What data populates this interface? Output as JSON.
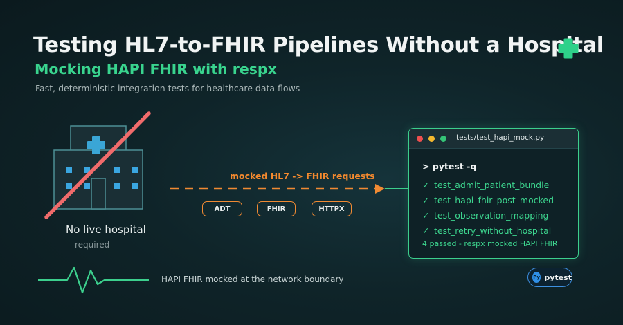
{
  "title": "Testing HL7-to-FHIR Pipelines Without a Hospital",
  "subtitle": "Mocking HAPI FHIR with respx",
  "tagline": "Fast, deterministic integration tests for healthcare data flows",
  "hospital": {
    "label": "No live hospital",
    "sublabel": "required"
  },
  "flow": {
    "label": "mocked HL7 -> FHIR requests",
    "pills": [
      "ADT",
      "FHIR",
      "HTTPX"
    ]
  },
  "terminal": {
    "filename": "tests/test_hapi_mock.py",
    "command": "> pytest -q",
    "tests": [
      "test_admit_patient_bundle",
      "test_hapi_fhir_post_mocked",
      "test_observation_mapping",
      "test_retry_without_hospital"
    ],
    "result": "4 passed - respx mocked HAPI FHIR"
  },
  "footer": {
    "label": "HAPI FHIR mocked at the network boundary"
  },
  "badge": {
    "icon_text": "Py",
    "label": "pytest"
  },
  "colors": {
    "accent_green": "#39d48e",
    "accent_orange": "#f58a2e",
    "strike_red": "#f06b6b",
    "badge_blue": "#3d8fe0"
  },
  "icons": {
    "logo": "medical-cross-icon",
    "hospital": "hospital-building-icon",
    "check": "check-icon",
    "pulse": "heartbeat-line-icon"
  }
}
